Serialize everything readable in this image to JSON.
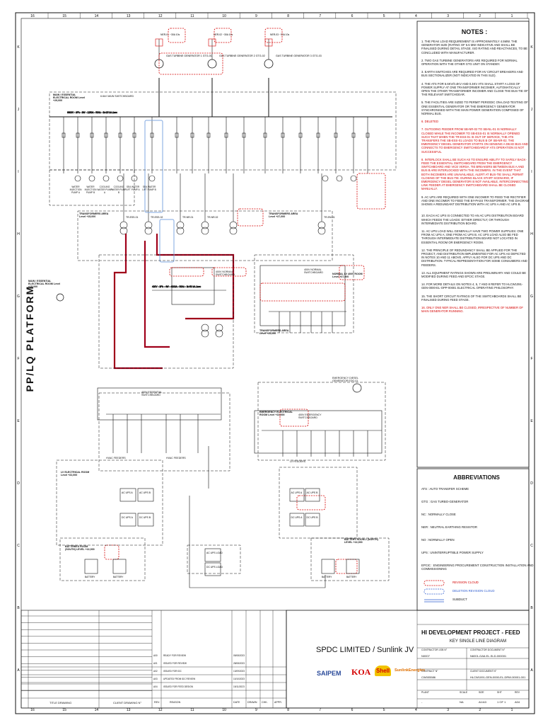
{
  "sheet": {
    "column_numbers": [
      "16",
      "15",
      "14",
      "13",
      "12",
      "11",
      "10",
      "9",
      "8",
      "7",
      "6",
      "5",
      "4",
      "3",
      "2",
      "1"
    ],
    "row_letters": [
      "K",
      "J",
      "I",
      "H",
      "G",
      "F",
      "E",
      "D",
      "C",
      "B",
      "A"
    ],
    "platform_label": "PP/LQ PLATFORM"
  },
  "notes": {
    "title": "NOTES :",
    "items": [
      {
        "text": "1. THE PEAK LOAD REQUIREMENT IS APPROXIMATELY 4.5MW. THE GENERATOR SIZE (RATING OF 5.5 MW INDICATIVE AND SHALL BE FINALISED DURING DETAIL STAGE. ISO RATING AND REACTANCES, TO BE CONCLUDED WITH MANUFACTURER.",
        "color": "#111"
      },
      {
        "text": "2. TWO GAS TURBINE GENERATORS ARE REQUIRED FOR NORMAL OPERATION WITH THE OTHER GTG UNIT ON STANDBY.",
        "color": "#111"
      },
      {
        "text": "3. EARTH SWITCHES ARE REQUIRED FOR HV CIRCUIT BREAKERS AND BUS SECTIONALIZER (NOT INDICATED IN THIS SLD).",
        "color": "#111"
      },
      {
        "text": "4. THE ATS FOR 6.6KV/0.4KV AND 0.4KV ATS SHALL START A LOSS OF POWER SUPPLY AT ONE TRANSFORMER INCOMER, AUTOMATICALLY OPEN THE OTHER TRANSFORMER INCOMER AND CLOSE THE BUS-TIE OF THE RELEVANT SWITCHGEAR.",
        "color": "#111"
      },
      {
        "text": "5. THE FACILITIES ARE SIZED TO PERMIT PERIODIC ON-LOAD TESTING OF ONE ESSENTIAL GENERATOR OR THE EMERGENCY GENERATOR SYNCHRONISED WITH THE MAIN POWER GENERATION COMPOSED OF NORMAL BUS.",
        "color": "#111"
      },
      {
        "text": "6. DELETED",
        "color": "#d40000"
      },
      {
        "text": "7. OUTGOING FEEDER FROM SB-NR-02 TO SB-NL-01 IS NORMALLY CLOSED WHILE THE INCOMER TO SB-ESS-01 IS NORMALLY OPENED SUCH THAT WHEN THE TR-ESS-01 IS OUT OF SERVICE, THE ATS TRANSFERS THE SB-ESS-01 LOADS TO BUS B OF SB-NR-02. THE EMERGENCY DIESEL GENERATOR STARTS ON SENSING A DEAD BUS AND CONNECTS TO EMERGENCY SWITCHBOARD IF ATS OPERATION IS NOT SUCCESSFUL.",
        "color": "#d40000"
      },
      {
        "text": "8. INTERLOCK SHALL BE SUCH AS TO ENSURE ABILITY TO SAFELY BACK-FEED THE ESSENTIAL SWITCHBOARD FROM THE EMERGENCY SWITCHBOARD AND VICE VERSA. TIE BREAKERS BETWEEN BUS A AND BUS B ARE INTERLOCKED WITH THE INCOMERS. IN THE EVENT THAT BOTH INCOMERS ARE UNAVAILABLE, ALERT AT BUS-TIE SHALL PERMIT CLOSING OF THE BUS-TIE. DURING BLACK START SCENARIO, IF EMERGENCY DIESEL GENERATOR IS NOT AVAILABLE, INTERCONNECTING LINK FEEDER AT EMERGENCY SWITCHBOARD SHALL BE CLOSED MANUALLY.",
        "color": "#d40000"
      },
      {
        "text": "9. AC UPS ARE REQUIRED WITH ONE INCOMER TO FEED THE RECTIFIER AND ONE INCOMER TO FEED THE BY-PASS TRANSFORMER. THE DIAGRAM SHOWS A REDUNDANT DISTRIBUTION WITH AC UPS A AND AC UPS B.",
        "color": "#111"
      },
      {
        "text": "10. EACH AC UPS IS CONNECTED TO AN AC UPS DISTRIBUTION BOARD WHICH FEEDS THE LOADS: EITHER DIRECTLY; OR THROUGH INTERMEDIATE DISTRIBUTION BOARD.",
        "color": "#111"
      },
      {
        "text": "11. AC UPS LOAD WILL GENERALLY HAVE TWO POWER SUPPLIES: ONE FROM AC UPS A; ONE FROM AC UPS B. AC UPS LOAD ALSO BE FED THROUGH INTERMEDIATE DISTRIBUTION BOARD NOT LOCATED IN ESSENTIAL ROOM OR EMERGENCY ROOM.",
        "color": "#111"
      },
      {
        "text": "12. THE PRINCIPLE OF REDUNDANCY SHALL BE APPLIED FOR THE PROJECT, AND DISTRIBUTION IMPLEMENTED FOR AC UPS AS DEPICTED IN NOTES 10 AND 11 ABOVE. APPLY ALSO FOR DC UPS AND DC DISTRIBUTION. TYPICAL REPRESENTATION FOR SOME CONSUMERS AND FEEDERS.",
        "color": "#111"
      },
      {
        "text": "13. ALL EQUIPMENT RATINGS SHOWN ARE PRELIMINARY AND COULD BE MODIFIED DURING FEED AND EPCIC STAGE.",
        "color": "#111"
      },
      {
        "text": "14. FOR MORE DETAILS ON NOTES 4, 5, 7 AND 8 REFER TO HLCW1091-GEN-0000-EL-OPP-00001 ELECTRICAL OPERATING PHILOSOPHY.",
        "color": "#111"
      },
      {
        "text": "15. THE SHORT CIRCUIT RATINGS OF THE SWITCHBOARDS SHALL BE FINALISED DURING FEED STAGE.",
        "color": "#111"
      },
      {
        "text": "16. ONLY ONE NER SHALL BE CLOSED, IRRESPECTIVE OF NUMBER OF MAIN GENERATOR RUNNING.",
        "color": "#d40000"
      }
    ]
  },
  "abbreviations": {
    "title": "ABBREVIATIONS",
    "items": [
      "ATS : AUTO TRANSFER SCHEME",
      "GTG : GAS TURBO-GENERATOR",
      "NC : NORMALLY CLOSE",
      "NER : NEUTRAL EARTHING RESISTOR",
      "NO : NORMALLY OPEN",
      "UPS : UNINTERRUPTIBLE POWER SUPPLY",
      "EPCIC : ENGINEERING PROCUREMENT CONSTRUCTION INSTALLATION AND COMMISSIONING"
    ],
    "legend": [
      "REVISION CLOUD",
      "DELETION REVISION CLOUD",
      "SUBDUCT"
    ]
  },
  "title_block": {
    "project": "HI DEVELOPMENT PROJECT - FEED",
    "drawing_title": "KEY SINGLE LINE DIAGRAM",
    "company": "SPDC LIMITED / Sunlink JV",
    "logos": [
      "SAIPEM",
      "KOA",
      "Shell",
      "SunlinkEnergies"
    ],
    "fields": [
      {
        "label": "CONTRACTOR JOB N°",
        "value": "N0007"
      },
      {
        "label": "CONTRACTOR DOCUMENT N°",
        "value": "N6001-GA6-EL-SLD-000001"
      },
      {
        "label": "CONTRACT N°",
        "value": "CW005586"
      },
      {
        "label": "CLIENT DOCUMENT N°",
        "value": "HLCW1091-GEN-0000-EL-DRW-00001-001"
      }
    ],
    "footer_labels": [
      "PLANT",
      "SCALE",
      "SIZE",
      "SHT",
      "REV"
    ],
    "footer_values": [
      "-",
      "NA",
      "A1/A3",
      "1 OF 1",
      "A04"
    ],
    "ref_header": [
      "TITLE DRAWING",
      "CLIENT DRAWING N°"
    ],
    "rev_header": [
      "REV.",
      "REASON",
      "DATE",
      "DRAWN",
      "CHK.",
      "APPR."
    ],
    "revisions": [
      {
        "rev": "A04",
        "reason": "ISSUED FOR FEED DESIGN",
        "date": "15/11/2023"
      },
      {
        "rev": "A03",
        "reason": "UPDATED FROM IDC REVIEW",
        "date": "10/10/2023"
      },
      {
        "rev": "A02",
        "reason": "ISSUED FOR IDC",
        "date": "13/09/2023"
      },
      {
        "rev": "A01",
        "reason": "ISSUED FOR REVIEW",
        "date": "28/08/2023"
      },
      {
        "rev": "A00",
        "reason": "READY FOR REVIEW",
        "date": "05/08/2023"
      }
    ]
  },
  "diagram": {
    "rooms": [
      {
        "text": "MAIN / ESSENTIAL ELECTRICAL ROOM Level +29,000"
      },
      {
        "text": "TRANSFORMERS AREA Level +15,000"
      },
      {
        "text": "TRANSFORMERS AREA Level +27,000"
      },
      {
        "text": "MAIN / ESSENTIAL ELECTRICAL ROOM Level +15,000"
      },
      {
        "text": "NORMAL LV 400V ROOM Level +27,000"
      },
      {
        "text": "TRANSFORMERS AREA Level +22,000"
      },
      {
        "text": "EMERGENCY ELECTRICAL ROOM Level +22,000"
      },
      {
        "text": "LV ELECTRICAL ROOM Level +22,000"
      },
      {
        "text": "BATTERIES ROOM (SOUTH) LEVEL +22,000"
      },
      {
        "text": "BATTERY ROOM 2 (NORTH) LEVEL +22,000"
      }
    ],
    "generators": [
      "GAS TURBINE GENERATOR 1 GTG-01",
      "GAS TURBINE GENERATOR 2 GTG-02",
      "GAS TURBINE GENERATOR 3 GTG-03"
    ],
    "ner": [
      "NER-01 ~30A 10s",
      "NER-02 ~30A 10s",
      "NER-03 ~30A 10s"
    ],
    "switchboards": [
      "6.6kV MAIN SWITCHBOARD",
      "400V NORMAL SWITCHBOARD",
      "400V ESSENTIAL SWITCHBOARD",
      "400V EMERGENCY SWITCHBOARD",
      "400V NORMAL SWITCHBOARD"
    ],
    "busbars": [
      "6600V • 3Ph • 3W • 1250A • 50Hz • Ik=25 kA-1sec",
      "400V • 3Ph • 4W • 4000A • 50Hz • Ik=50 kA-1sec"
    ],
    "transformers": [
      "TR-ESS-01",
      "TR-ESS-02",
      "TR-NR-01",
      "TR-NR-02",
      "TR-EM-01"
    ],
    "motors": [
      "WATER INJECTION PUMP A",
      "WATER INJECTION PUMP B",
      "COOLING WATER PUMP A",
      "COOLING WATER PUMP B",
      "SEA WATER LIFT PUMP A",
      "SEA WATER LIFT PUMP B"
    ],
    "ups": [
      "AC UPS A",
      "AC UPS B",
      "DC UPS A",
      "DC UPS B",
      "AC UPS LOAD",
      "DC UPS LOAD"
    ],
    "battery_labels": [
      "BATTERY",
      "BATTERY",
      "BATTERY",
      "BATTERY"
    ],
    "emergency_generator": "EMERGENCY DIESEL GENERATOR EDG-01",
    "feeder_labels": [
      "HVAC FEEDERS",
      "HVAC FEEDERS",
      "LV FEEDERS"
    ]
  }
}
